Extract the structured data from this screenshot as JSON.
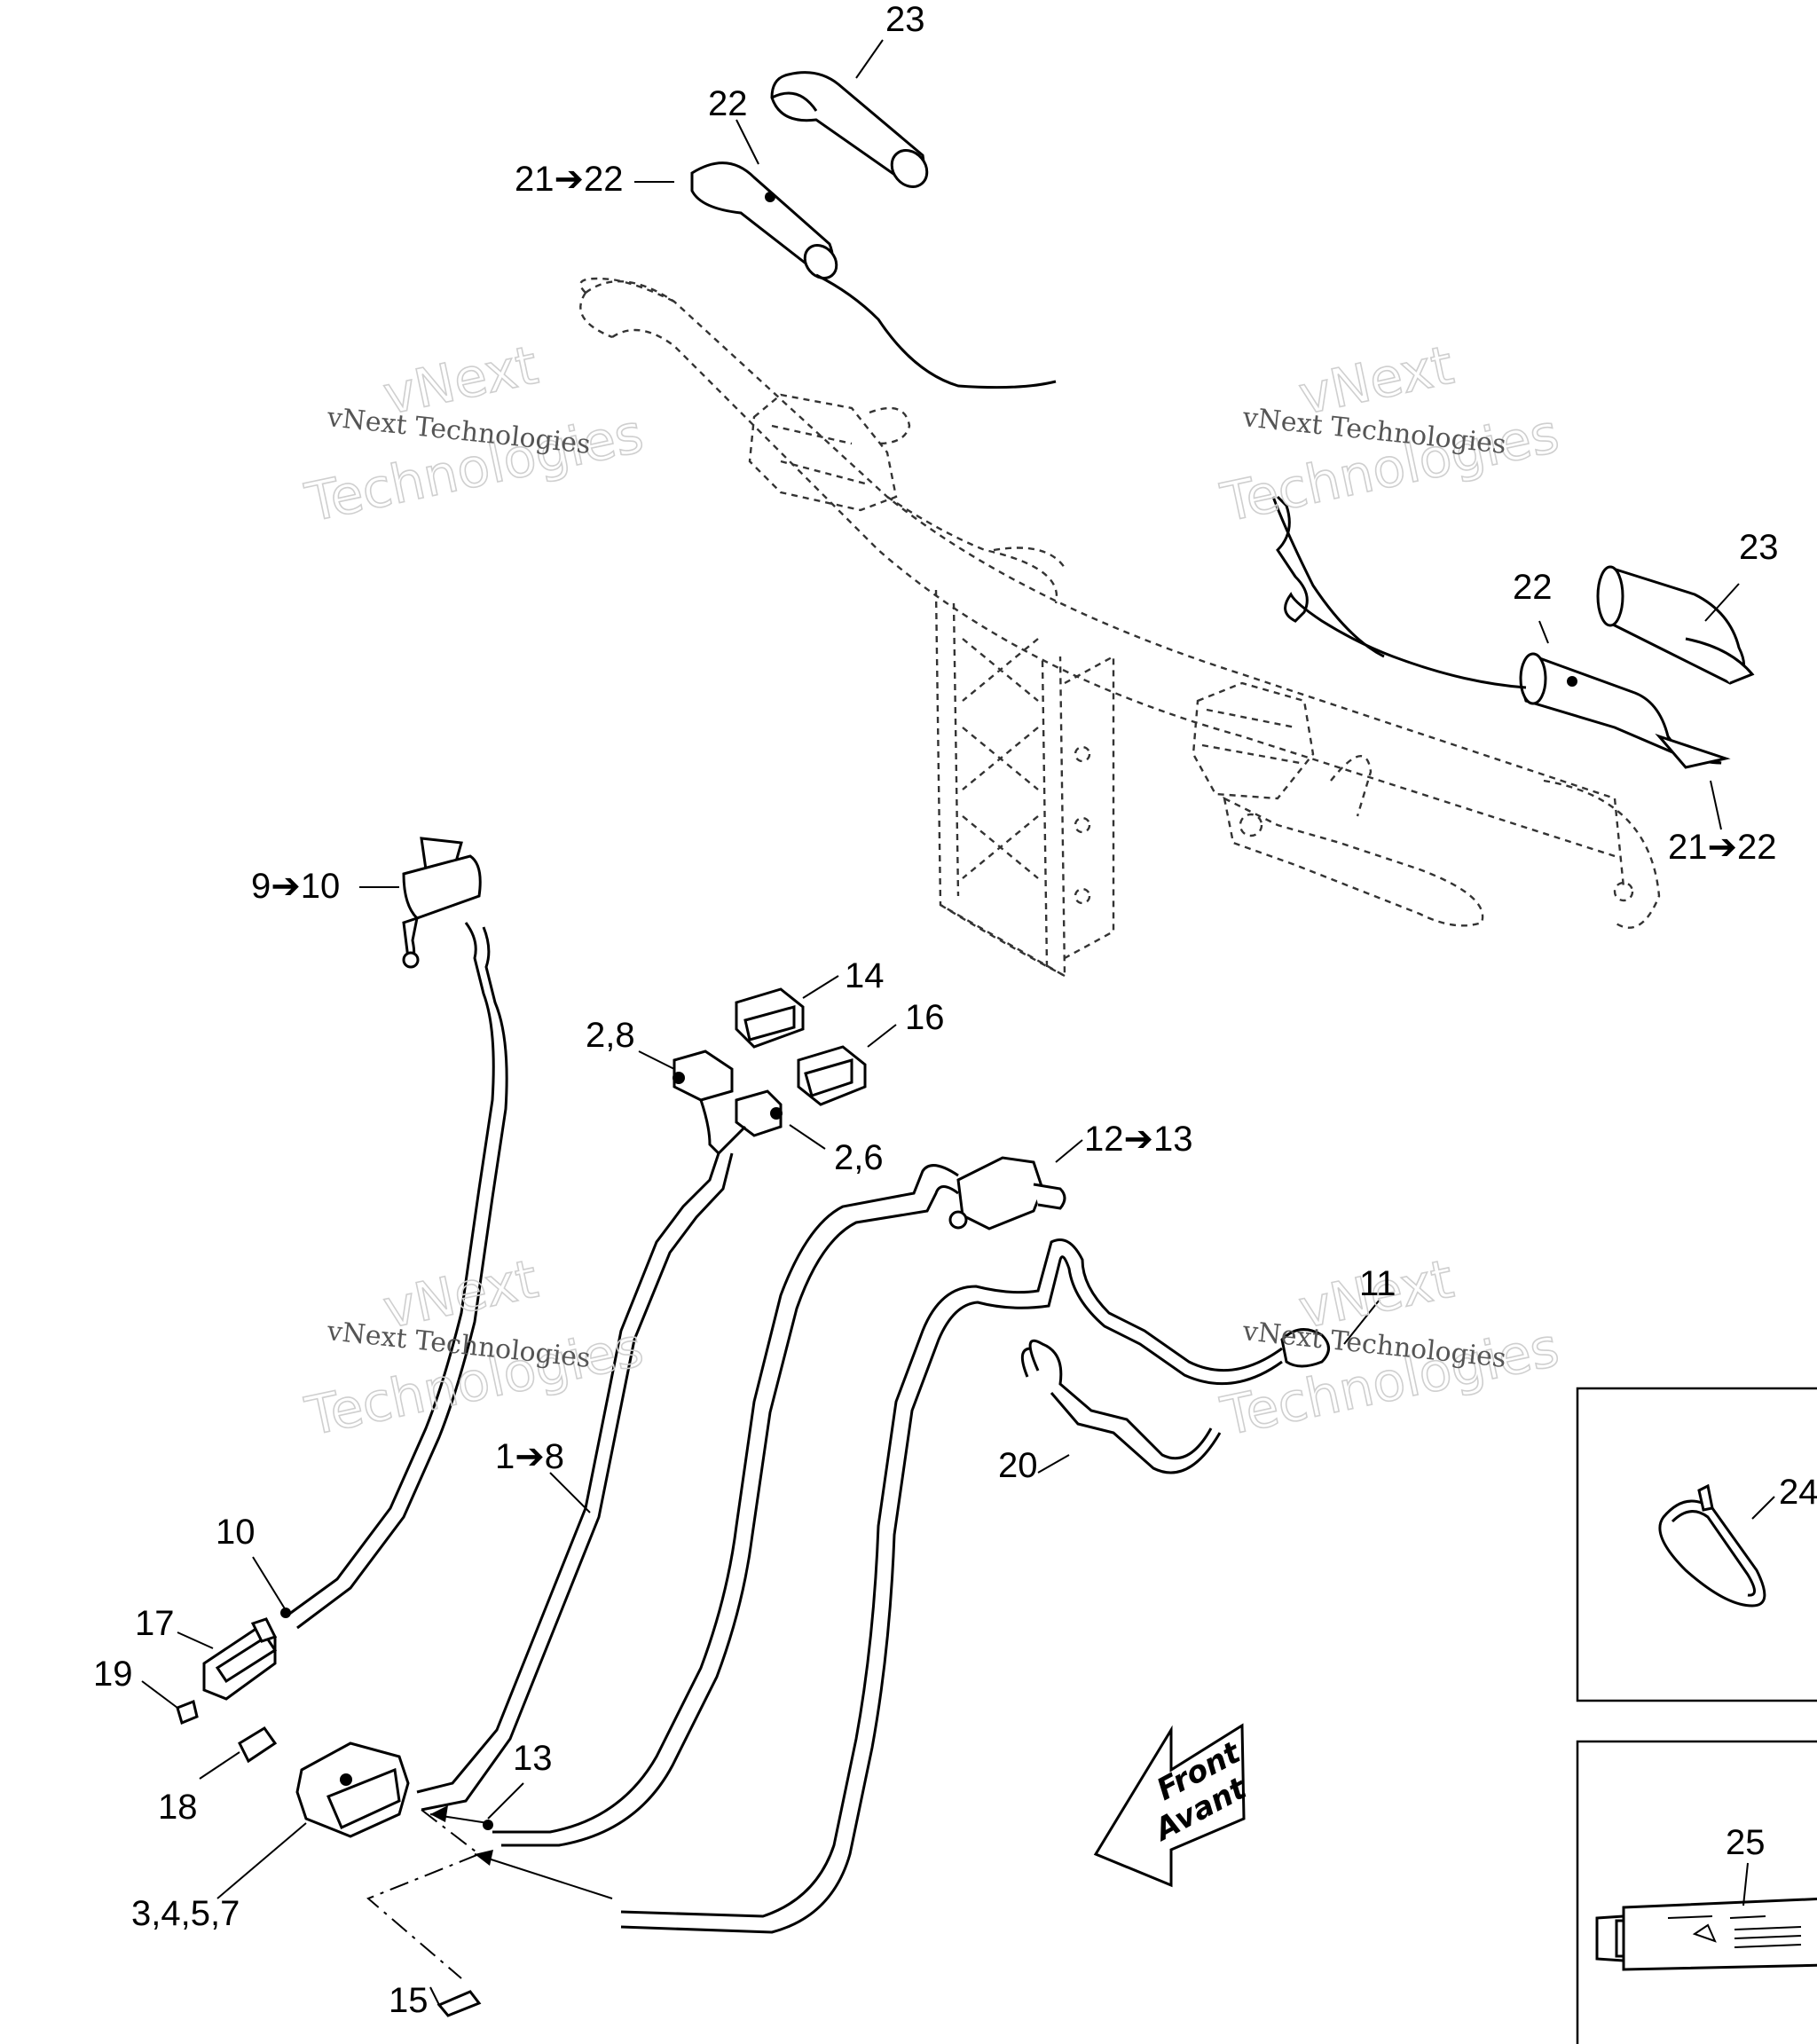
{
  "callouts": {
    "c23_top": "23",
    "c22_top": "22",
    "c21_top": "21➔22",
    "c23_right": "23",
    "c22_right": "22",
    "c21_right": "21➔22",
    "c9": "9➔10",
    "c14": "14",
    "c16": "16",
    "c2_8": "2,8",
    "c2_6": "2,6",
    "c12": "12➔13",
    "c11": "11",
    "c20": "20",
    "c1": "1➔8",
    "c10": "10",
    "c17": "17",
    "c19": "19",
    "c18": "18",
    "c13": "13",
    "c3": "3,4,5,7",
    "c15": "15",
    "c24": "24",
    "c25": "25"
  },
  "watermark": {
    "big_line1": "vNext",
    "big_line2": "Technologies",
    "small": "vNext Technologies"
  },
  "front_arrow": {
    "line1": "Front",
    "line2": "Avant"
  }
}
